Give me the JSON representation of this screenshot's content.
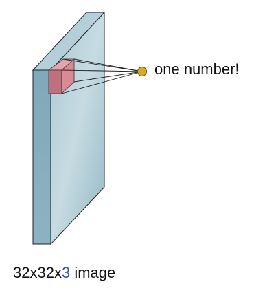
{
  "callout": {
    "text": "one number!"
  },
  "caption": {
    "width_height": "32x32x",
    "depth": "3",
    "suffix": " image"
  },
  "colors": {
    "volume_front": "#9fc1cd",
    "volume_side": "#8bb2c0",
    "volume_top": "#b3d0da",
    "filter_front": "#d98a94",
    "filter_side": "#c0707c",
    "filter_top": "#e6a3ab",
    "output_neuron": "#d6a928",
    "depth_highlight": "#2f54c6"
  }
}
